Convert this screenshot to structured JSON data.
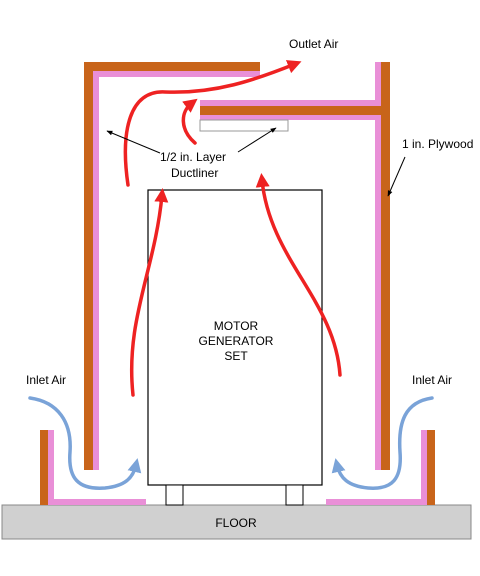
{
  "labels": {
    "outlet_air": "Outlet Air",
    "ductliner_line1": "1/2 in. Layer",
    "ductliner_line2": "Ductliner",
    "plywood": "1 in. Plywood",
    "motor_line1": "MOTOR",
    "motor_line2": "GENERATOR",
    "motor_line3": "SET",
    "inlet_air_left": "Inlet Air",
    "inlet_air_right": "Inlet Air",
    "floor": "FLOOR"
  },
  "colors": {
    "plywood": "#c8641a",
    "ductliner": "#e98fd7",
    "hot_air": "#ee2222",
    "cool_air": "#7aa3d8",
    "floor": "#d0d0d0"
  }
}
